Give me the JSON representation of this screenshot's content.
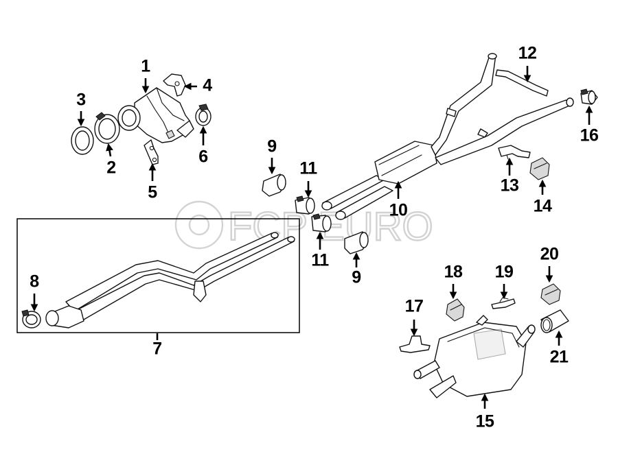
{
  "diagram": {
    "watermark": "FCP EURO",
    "callouts": [
      {
        "id": "c1",
        "label": "1"
      },
      {
        "id": "c2",
        "label": "2"
      },
      {
        "id": "c3",
        "label": "3"
      },
      {
        "id": "c4",
        "label": "4"
      },
      {
        "id": "c5",
        "label": "5"
      },
      {
        "id": "c6",
        "label": "6"
      },
      {
        "id": "c7",
        "label": "7"
      },
      {
        "id": "c8",
        "label": "8"
      },
      {
        "id": "c9a",
        "label": "9"
      },
      {
        "id": "c9b",
        "label": "9"
      },
      {
        "id": "c10",
        "label": "10"
      },
      {
        "id": "c11a",
        "label": "11"
      },
      {
        "id": "c11b",
        "label": "11"
      },
      {
        "id": "c12",
        "label": "12"
      },
      {
        "id": "c13",
        "label": "13"
      },
      {
        "id": "c14",
        "label": "14"
      },
      {
        "id": "c15",
        "label": "15"
      },
      {
        "id": "c16",
        "label": "16"
      },
      {
        "id": "c17",
        "label": "17"
      },
      {
        "id": "c18",
        "label": "18"
      },
      {
        "id": "c19",
        "label": "19"
      },
      {
        "id": "c20",
        "label": "20"
      },
      {
        "id": "c21",
        "label": "21"
      }
    ]
  }
}
